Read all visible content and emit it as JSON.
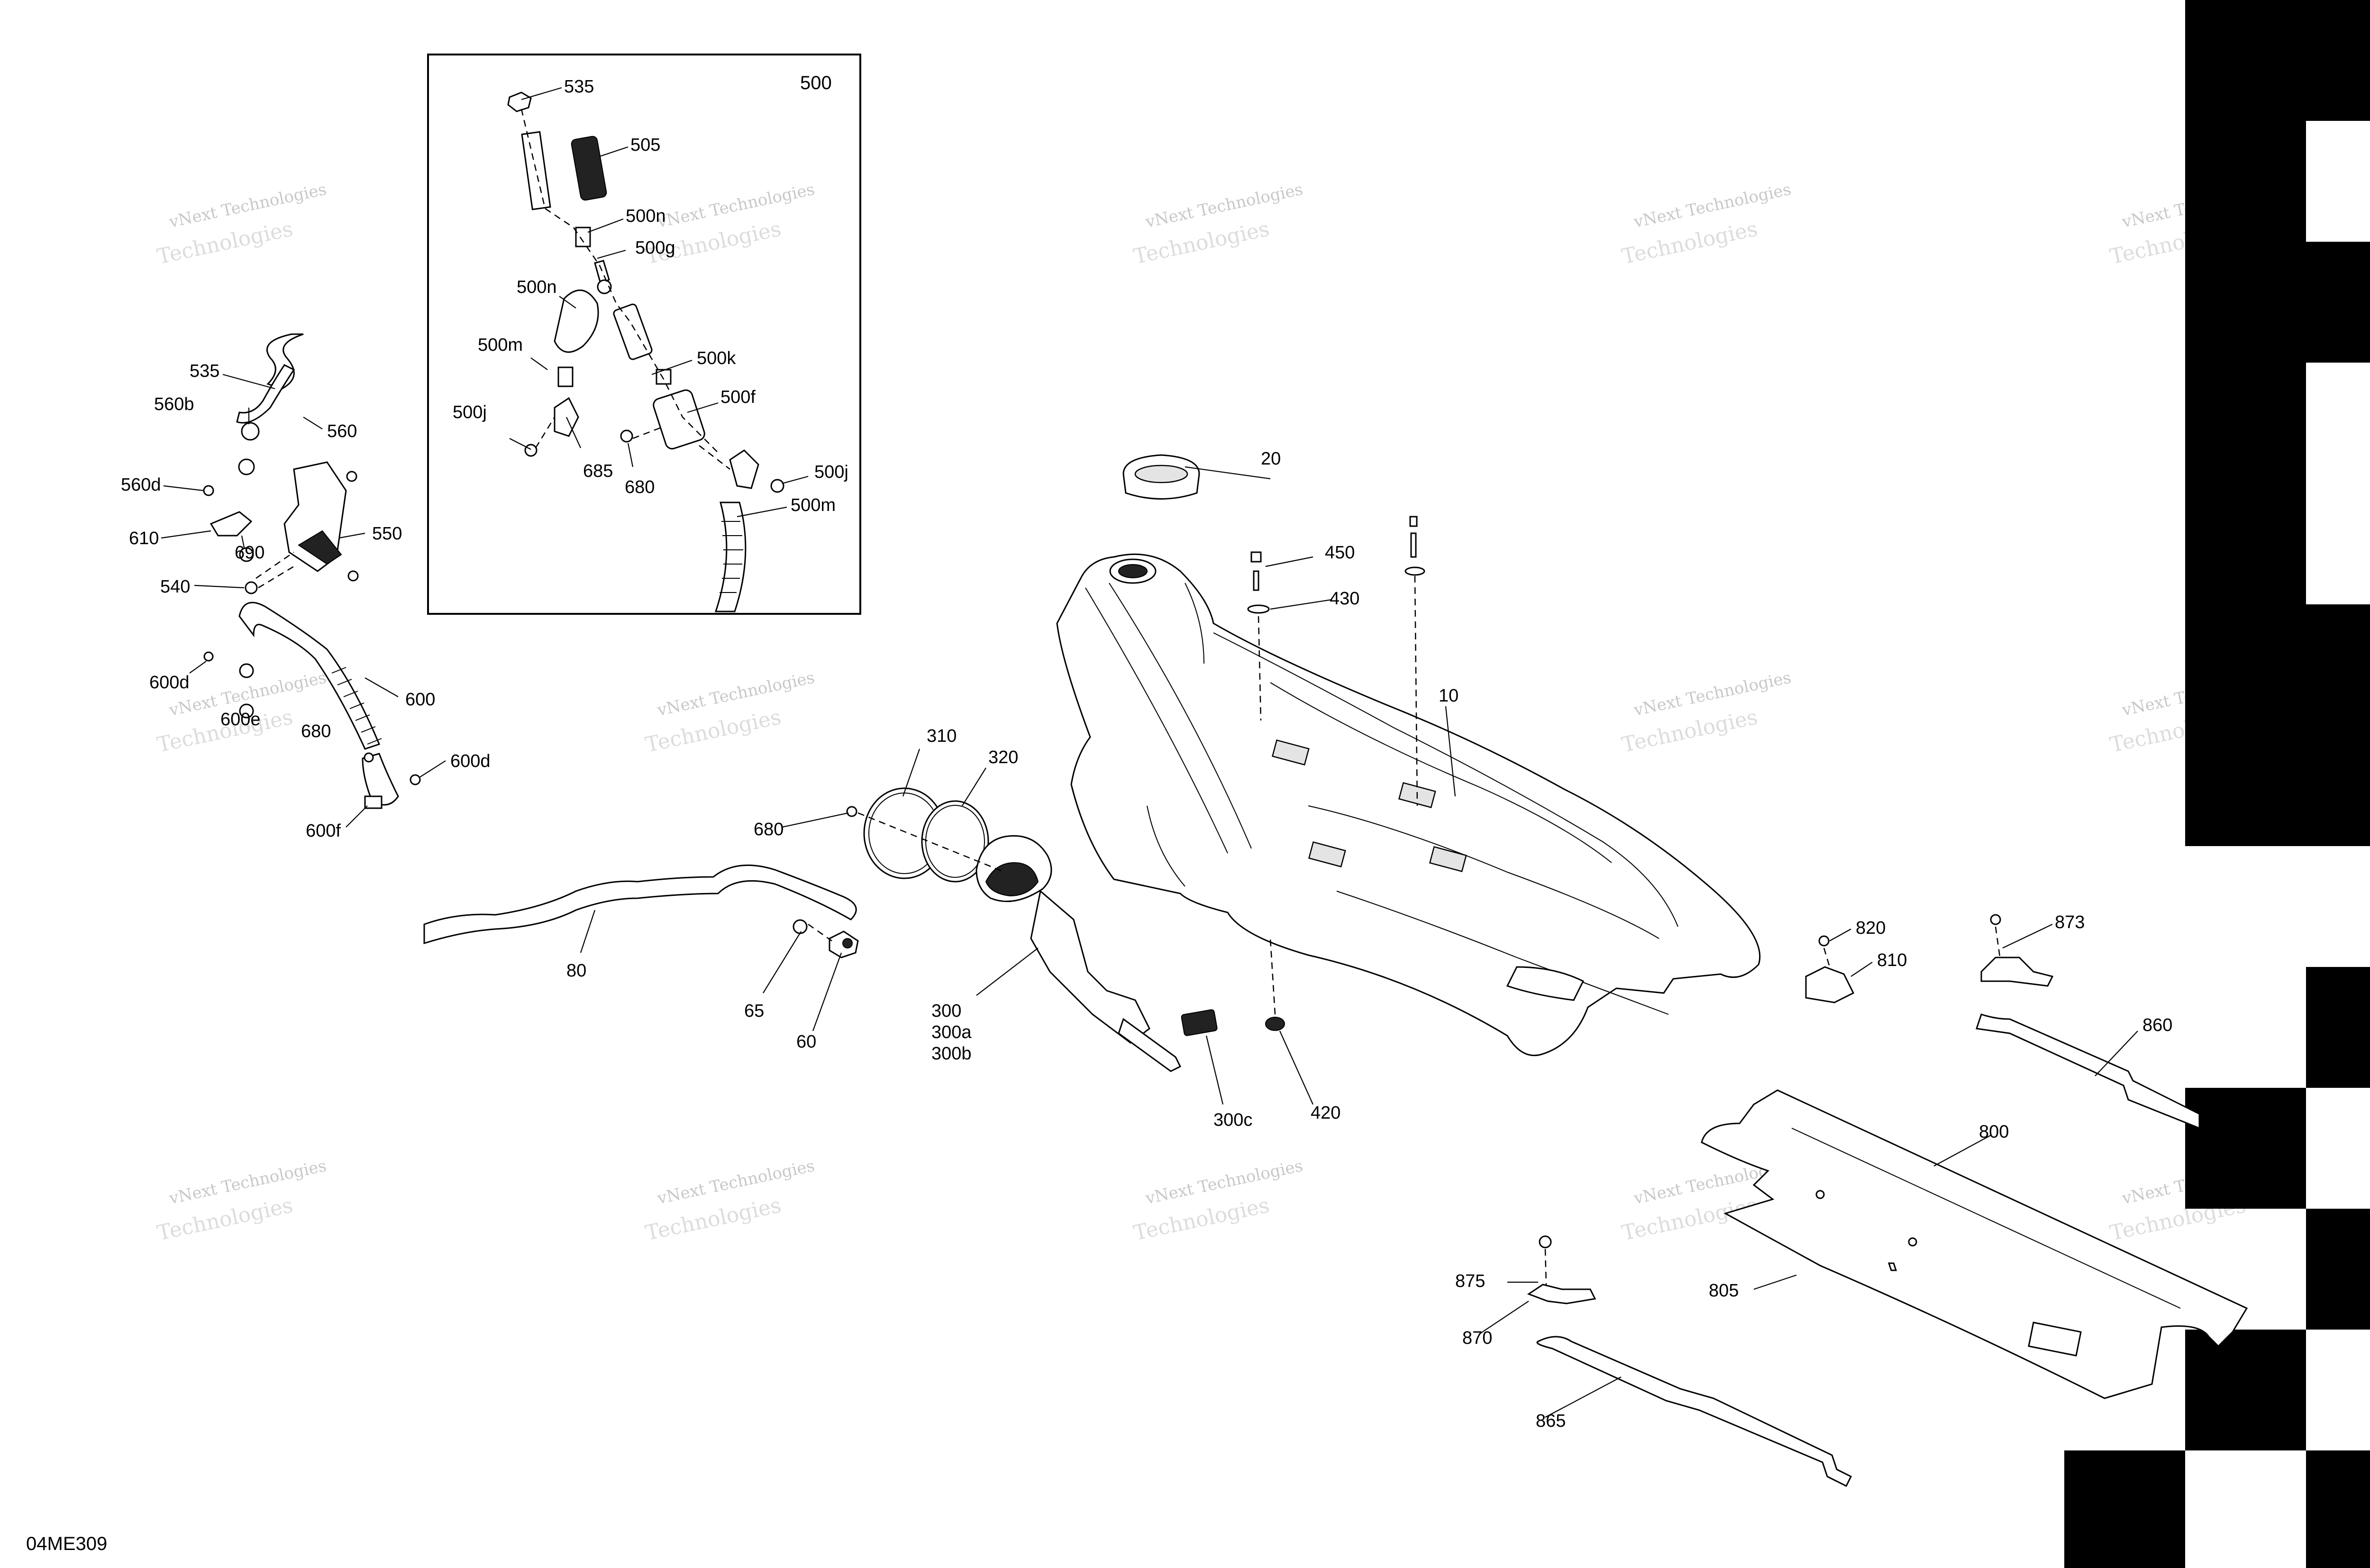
{
  "diagram": {
    "reference_code": "04ME309",
    "watermark": {
      "line1": "vNext Technologies",
      "line2": "Technologies"
    },
    "inset": {
      "title": "500",
      "callouts": [
        "535",
        "505",
        "500n",
        "500g",
        "500n",
        "500m",
        "500k",
        "500j",
        "500f",
        "685",
        "680",
        "500j",
        "500m"
      ]
    },
    "callouts": [
      "535",
      "560b",
      "560",
      "560d",
      "690",
      "610",
      "550",
      "540",
      "600d",
      "600",
      "600e",
      "680",
      "600d",
      "600f",
      "20",
      "450",
      "430",
      "10",
      "310",
      "320",
      "680",
      "80",
      "65",
      "60",
      "300",
      "300a",
      "300b",
      "300c",
      "420",
      "820",
      "810",
      "873",
      "860",
      "800",
      "805",
      "875",
      "870",
      "865"
    ]
  }
}
